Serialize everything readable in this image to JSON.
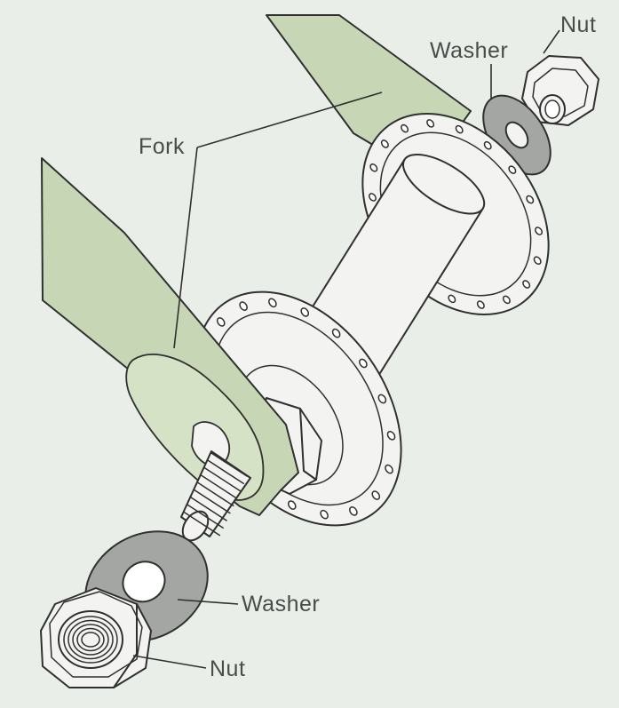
{
  "diagram": {
    "labels": {
      "fork": "Fork",
      "washer_top": "Washer",
      "nut_top": "Nut",
      "washer_bottom": "Washer",
      "nut_bottom": "Nut"
    },
    "colors": {
      "background": "#eaeee9",
      "fork_fill": "#c7d6b4",
      "outline": "#2f302f",
      "washer_fill": "#a4a6a4",
      "metal_fill": "#f3f4f1",
      "label_text": "#4a4c4a"
    }
  }
}
